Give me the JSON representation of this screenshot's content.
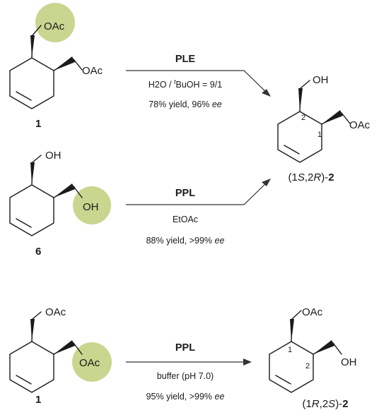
{
  "colors": {
    "highlight": "#c9d68f",
    "ink": "#1a1a1a"
  },
  "labels": {
    "oac": "OAc",
    "oh": "OH"
  },
  "reaction1": {
    "reagent": "PLE",
    "solvent_h2o": "H2O",
    "solvent_sep": " / ",
    "solvent_t": "t",
    "solvent_buoh": "BuOH = 9/1",
    "yield": "78% yield, 96% ",
    "ee": "ee",
    "substrate_number": "1"
  },
  "reaction2": {
    "reagent": "PPL",
    "solvent": "EtOAc",
    "yield": "88% yield, >99% ",
    "ee": "ee",
    "substrate_number": "6"
  },
  "product_top": {
    "open": "(1",
    "s": "S",
    "comma": ",2",
    "r": "R",
    "close": ")-",
    "number": "2",
    "locant_1": "1",
    "locant_2": "2"
  },
  "reaction3": {
    "reagent": "PPL",
    "solvent": "buffer (pH 7.0)",
    "yield": "95% yield, >99% ",
    "ee": "ee",
    "substrate_number": "1"
  },
  "product_bottom": {
    "open": "(1",
    "r": "R",
    "comma": ",2",
    "s": "S",
    "close": ")-",
    "number": "2",
    "locant_1": "1",
    "locant_2": "2"
  }
}
